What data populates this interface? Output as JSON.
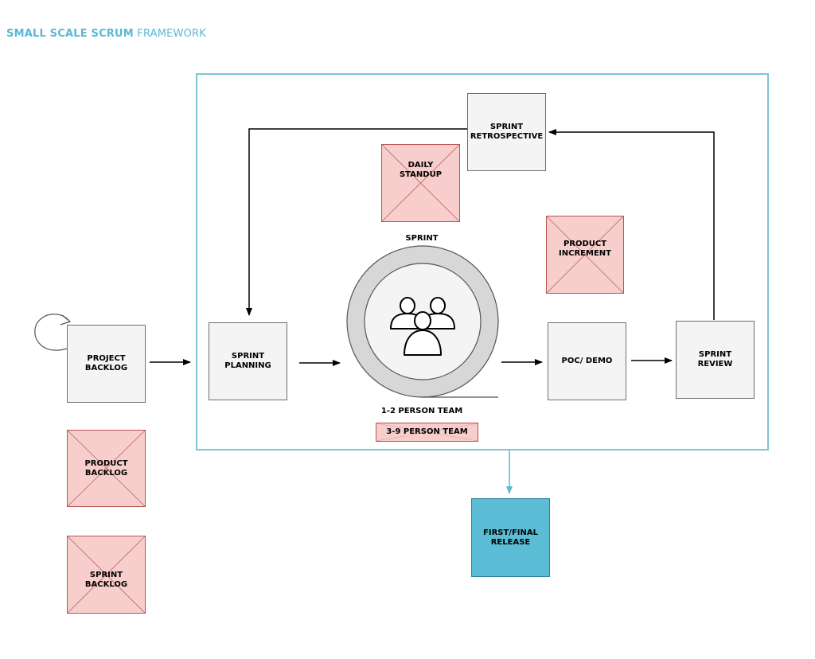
{
  "title": {
    "bold": "SMALL SCALE SCRUM",
    "rest": "FRAMEWORK"
  },
  "nodes": {
    "project_backlog": "PROJECT\nBACKLOG",
    "product_backlog": "PRODUCT\nBACKLOG",
    "sprint_backlog": "SPRINT\nBACKLOG",
    "sprint_planning": "SPRINT\nPLANNING",
    "sprint_retrospective": "SPRINT\nRETROSPECTIVE",
    "daily_standup": "DAILY\nSTANDUP",
    "product_increment": "PRODUCT\nINCREMENT",
    "poc_demo": "POC/ DEMO",
    "sprint_review": "SPRINT\nREVIEW",
    "first_final_release": "FIRST/FINAL\nRELEASE"
  },
  "labels": {
    "sprint": "SPRINT",
    "team_small": "1-2 PERSON TEAM",
    "team_large": "3-9 PERSON TEAM"
  },
  "colors": {
    "accent": "#5bb8d4",
    "frame": "#7cc6d6",
    "gray_box": "#f4f4f4",
    "pink_box": "#f8cecc",
    "blue_box": "#5bbcd6"
  }
}
